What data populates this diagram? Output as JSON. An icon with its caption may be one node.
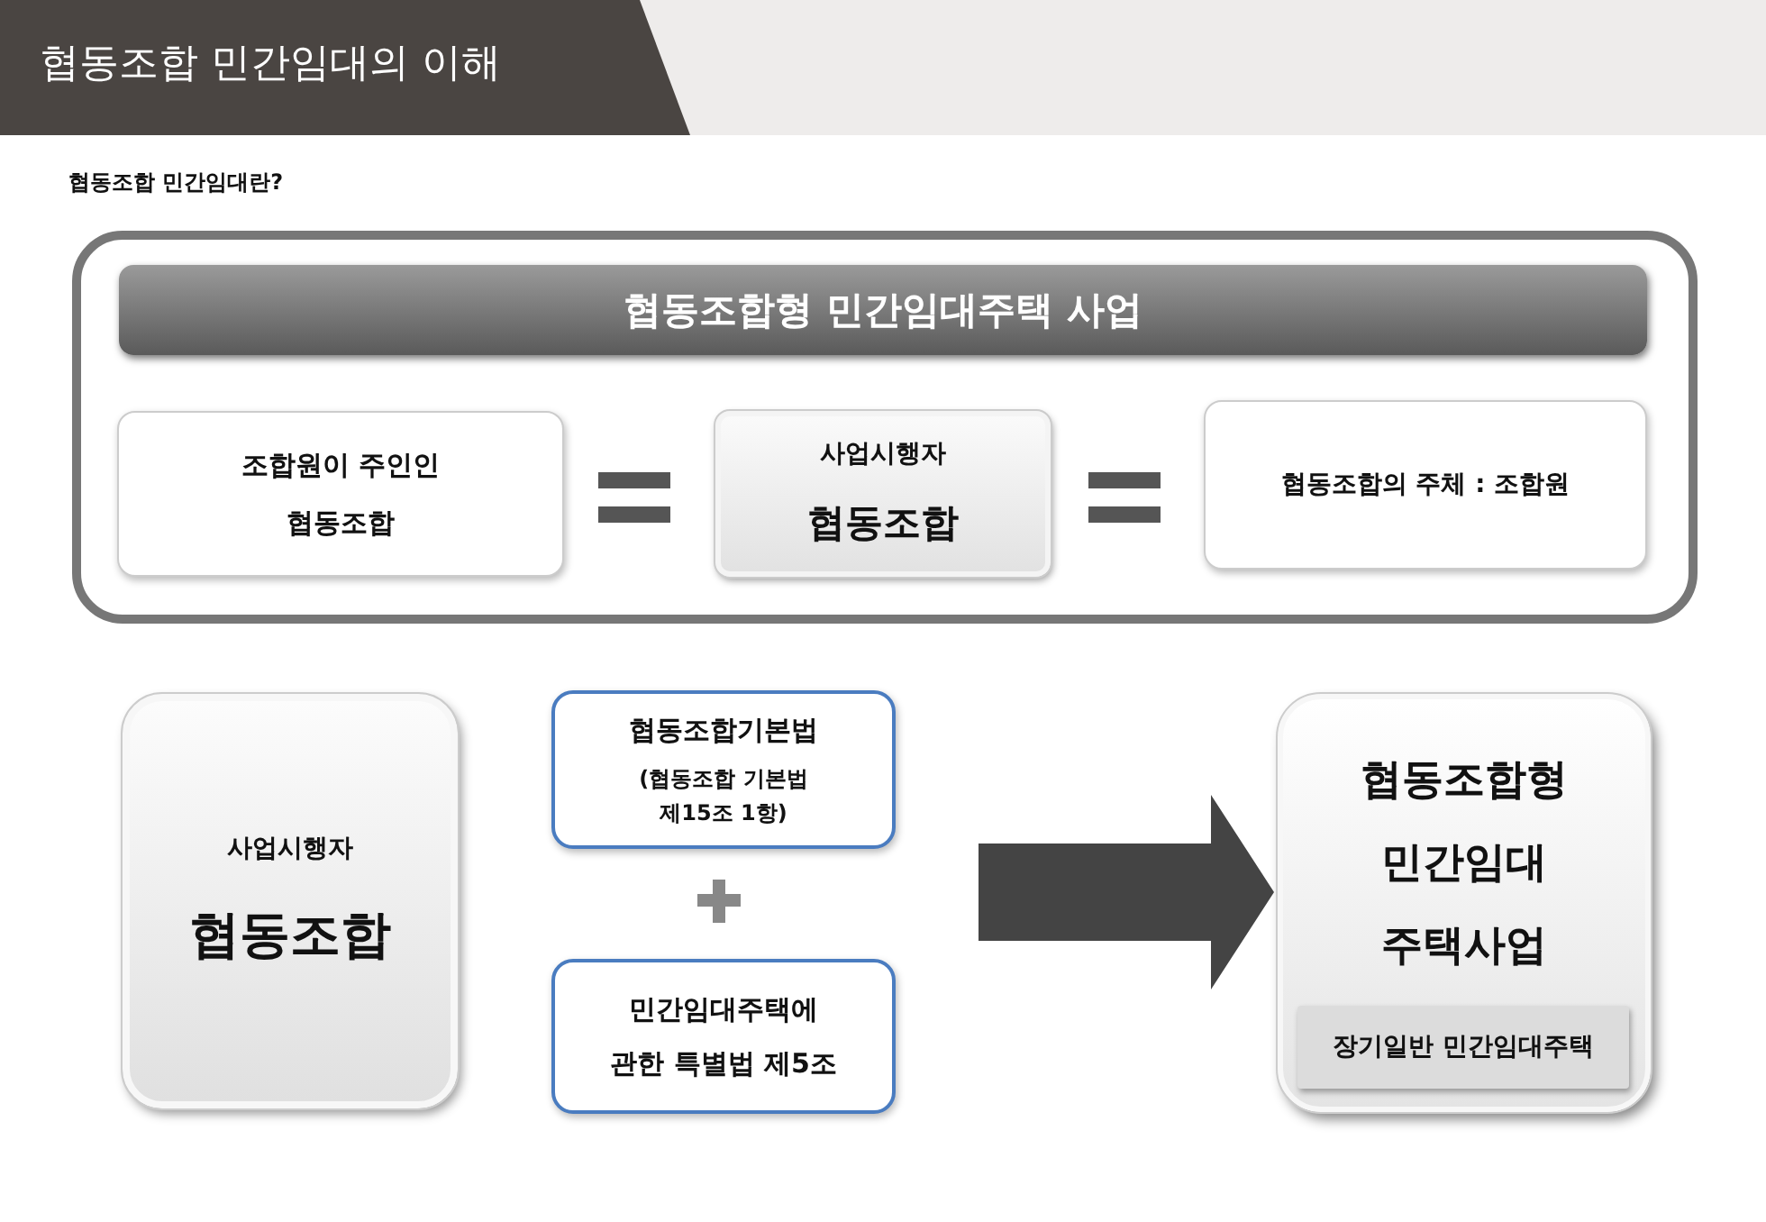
{
  "diagram": {
    "title": "협동조합 민간임대의 이해",
    "nodes": [
      {
        "text": [
          "협동조합형 민간임대주택 사업"
        ]
      },
      {
        "text": [
          "조합원이 주인인 협동조합"
        ],
        "in": 0
      },
      {
        "text": [
          "사업시행자",
          "협동조합"
        ],
        "in": 0
      },
      {
        "text": [
          "협동조합의 주체 : 조합원"
        ],
        "in": 0
      },
      {
        "text": [
          "사업시행자",
          "협동조합"
        ]
      },
      {
        "text": [
          "협동조합기본법",
          "(협동조합 기본법 제15조 1항)"
        ]
      },
      {
        "text": [
          "민간임대주택에 관한 특별법 제5조"
        ]
      },
      {
        "text": [
          "협동조합형 민간임대 주택사업"
        ]
      },
      {
        "text": [
          "장기일반 민간임대주택"
        ],
        "in": 7
      }
    ],
    "edges": [
      {
        "from": null,
        "to": 7,
        "arrow": "to"
      }
    ],
    "labels": [
      "협동조합 민간임대란?"
    ]
  }
}
